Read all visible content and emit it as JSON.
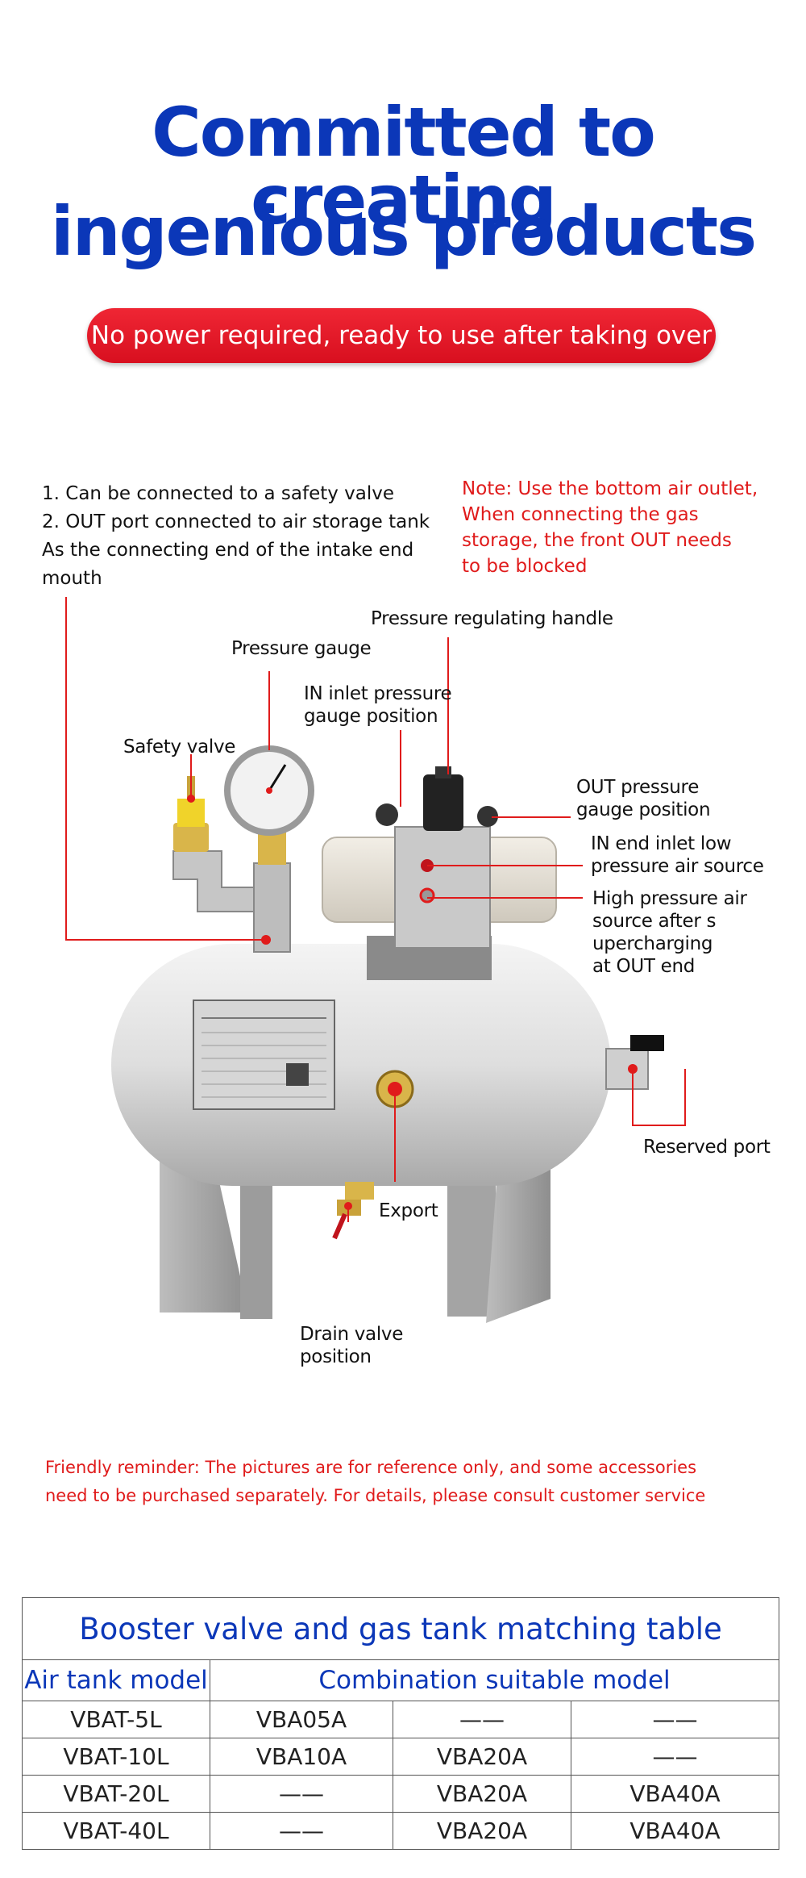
{
  "headline": {
    "line1": "Committed to creating",
    "line2": "ingenious products"
  },
  "banner": "No power required, ready to use after taking over",
  "notes": {
    "left": "1. Can be connected to a safety valve\n2. OUT port connected to air storage tank\nAs the connecting end of the intake end\nmouth",
    "right": "Note: Use the bottom air outlet,\nWhen connecting the gas\nstorage, the front OUT needs\nto be blocked"
  },
  "callouts": {
    "pressure_regulating_handle": "Pressure regulating handle",
    "pressure_gauge": "Pressure gauge",
    "in_inlet_gauge": "IN inlet pressure\ngauge position",
    "safety_valve": "Safety valve",
    "out_pressure_gauge": "OUT pressure\ngauge position",
    "in_end_inlet": "IN end inlet low\npressure air source",
    "high_pressure": "High pressure air\nsource after s\nupercharging\nat OUT end",
    "reserved_port": "Reserved port",
    "export": "Export",
    "drain_valve": "Drain valve\nposition"
  },
  "reminder": {
    "line1": "Friendly reminder: The pictures are for reference only, and some accessories",
    "line2": "need to be purchased separately. For details, please consult customer service"
  },
  "table": {
    "title": "Booster valve and gas tank matching table",
    "col1": "Air tank model",
    "col2": "Combination suitable model",
    "rows": [
      [
        "VBAT-5L",
        "VBA05A",
        "——",
        "——"
      ],
      [
        "VBAT-10L",
        "VBA10A",
        "VBA20A",
        "——"
      ],
      [
        "VBAT-20L",
        "——",
        "VBA20A",
        "VBA40A"
      ],
      [
        "VBAT-40L",
        "——",
        "VBA20A",
        "VBA40A"
      ]
    ]
  },
  "colors": {
    "headline_blue": "#0b37b8",
    "accent_red": "#e01b1b"
  }
}
